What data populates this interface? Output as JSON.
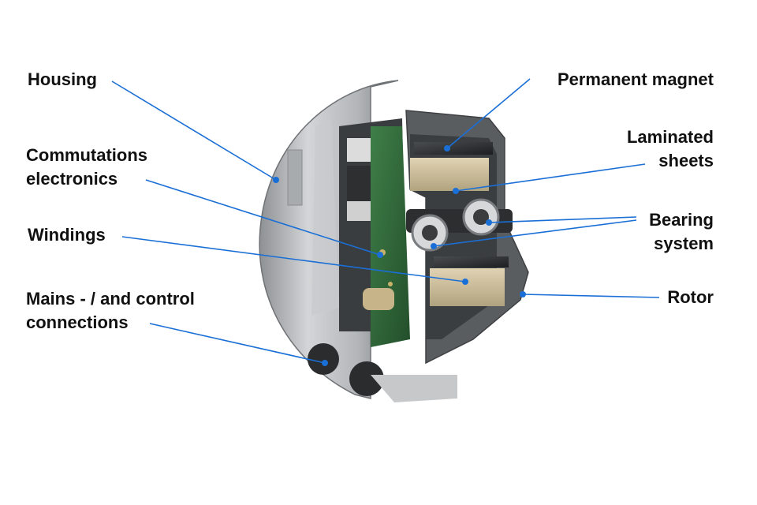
{
  "labels": {
    "housing": "Housing",
    "commutation": [
      "Commutations",
      "electronics"
    ],
    "windings": "Windings",
    "mains": [
      "Mains - / and control",
      "connections"
    ],
    "permanent_magnet": "Permanent magnet",
    "laminated": [
      "Laminated",
      "sheets"
    ],
    "bearing": [
      "Bearing",
      "system"
    ],
    "rotor": "Rotor"
  },
  "colors": {
    "leader": "#1a6fd6",
    "housing": "#b9bcbf",
    "pcb": "#2f6a3a",
    "lamination": "#cdbf9e",
    "dark": "#2a2c2e"
  }
}
